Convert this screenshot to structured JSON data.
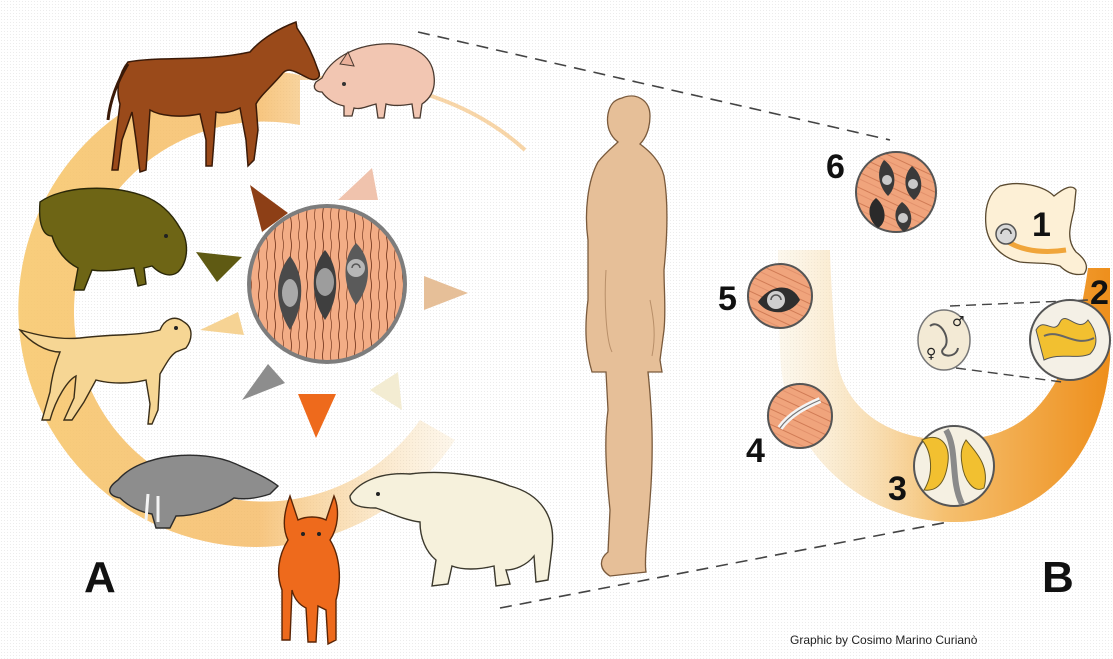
{
  "panels": {
    "left_label": "A",
    "right_label": "B"
  },
  "hosts": [
    "horse",
    "pig",
    "wild-boar",
    "dog",
    "walrus",
    "fox",
    "polar-bear"
  ],
  "stages": {
    "labels": [
      "1",
      "2",
      "3",
      "4",
      "5",
      "6"
    ]
  },
  "symbols": {
    "male": "♂",
    "female": "♀"
  },
  "credit": "Graphic by Cosimo Marino Curianò",
  "colors": {
    "ring_a": "#f2a53a",
    "ring_b": "#f08c1e",
    "horse": "#9a4a1a",
    "pig": "#f2c6b2",
    "boar": "#6e6515",
    "dog": "#f6d694",
    "walrus": "#8d8d8d",
    "fox": "#ee6a1c",
    "polar_bear": "#f6f1dc",
    "human": "#e6bf98",
    "muscle": "#f0a780"
  }
}
